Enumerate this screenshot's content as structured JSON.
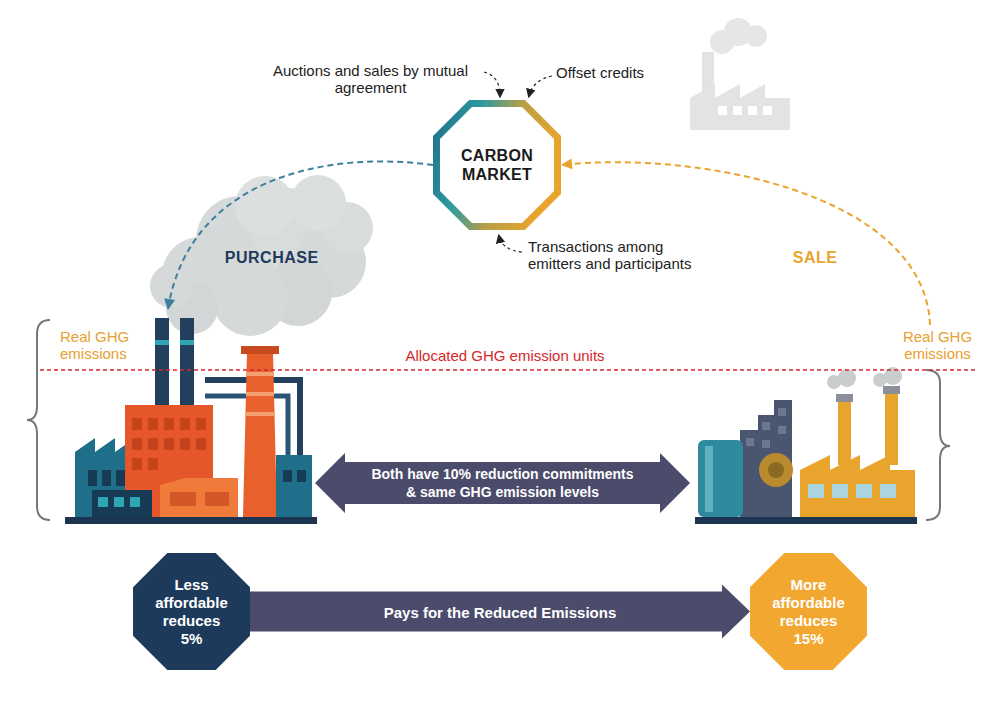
{
  "diagram": {
    "nodes": [
      {
        "text": [
          "CARBON MARKET"
        ]
      },
      {
        "text": [
          "Real GHG emissions"
        ]
      },
      {
        "text": [
          "Real GHG emissions"
        ]
      },
      {
        "text": [
          "Less affordable reduces 5%"
        ]
      },
      {
        "text": [
          "More affordable reduces 15%"
        ]
      }
    ],
    "edges": [
      {
        "from": 0,
        "to": 1,
        "label": "PURCHASE",
        "arrow": "to"
      },
      {
        "from": 2,
        "to": 0,
        "label": "SALE",
        "arrow": "to"
      },
      {
        "from": 1,
        "to": 2,
        "label": "Both have 10% reduction commitments & same GHG emission levels",
        "arrow": "both"
      },
      {
        "from": 3,
        "to": 4,
        "label": "Pays for the Reduced Emissions",
        "arrow": "to"
      }
    ],
    "labels": [
      "Auctions and sales by mutual agreement",
      "Offset credits",
      "Transactions among emitters and participants",
      "Allocated GHG emission units"
    ]
  }
}
